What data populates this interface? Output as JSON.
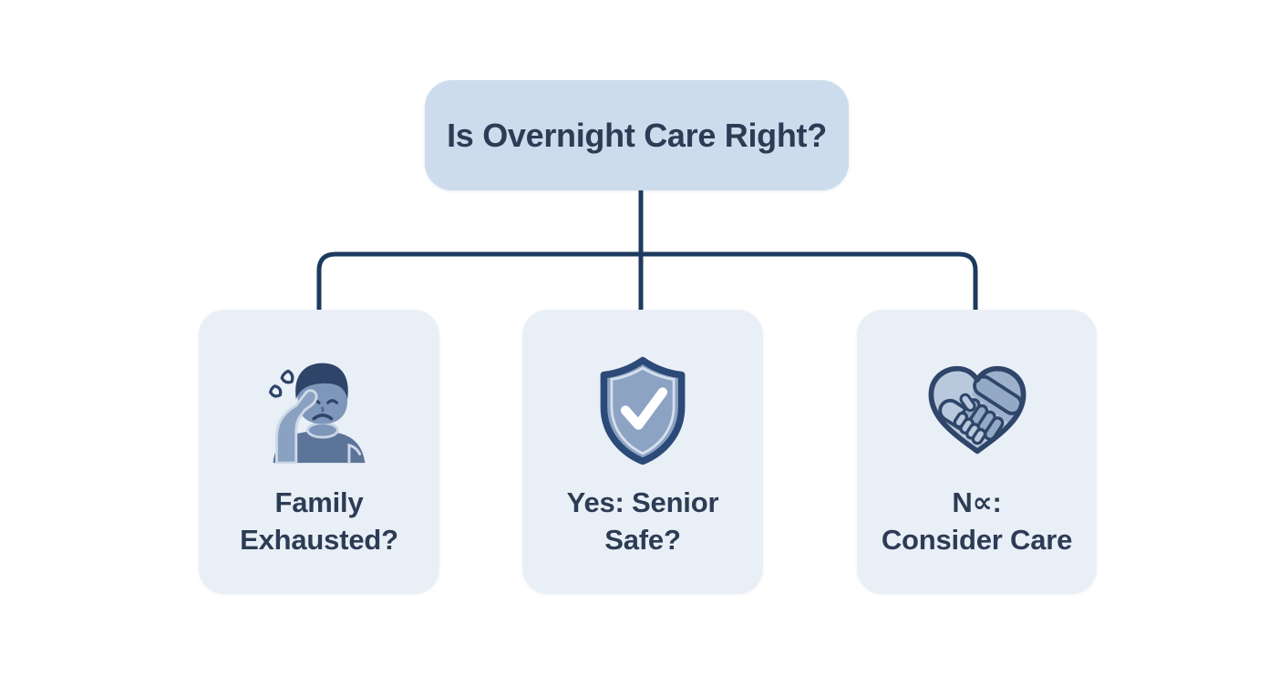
{
  "root_node": {
    "label": "Is Overnight Care Right?"
  },
  "child_nodes": [
    {
      "icon": "exhausted-person-icon",
      "label_line1": "Family",
      "label_line2": "Exhausted?"
    },
    {
      "icon": "shield-check-icon",
      "label_line1": "Yes: Senior",
      "label_line2": "Safe?"
    },
    {
      "icon": "heart-handshake-icon",
      "label_line1": "N∝:",
      "label_line2": "Consider Care"
    }
  ],
  "colors": {
    "root_fill": "#ccdcec",
    "card_fill": "#e9eff6",
    "connector": "#1c3a5e",
    "text": "#2d3c55"
  }
}
